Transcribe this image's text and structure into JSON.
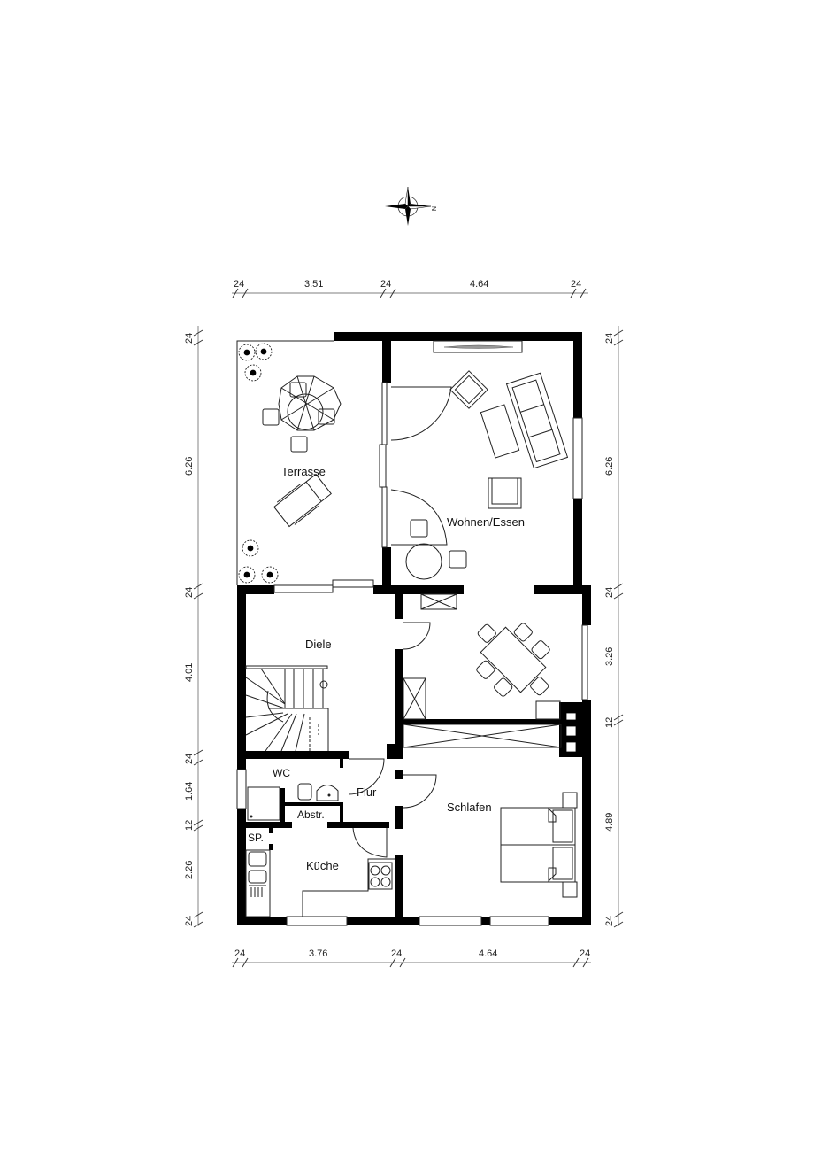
{
  "compass": {
    "icon": "compass-rose-icon",
    "north_label": "N"
  },
  "dimensions": {
    "top": [
      "24",
      "3.51",
      "24",
      "4.64",
      "24"
    ],
    "bottom": [
      "24",
      "3.76",
      "24",
      "4.64",
      "24"
    ],
    "left": [
      "24",
      "6.26",
      "24",
      "4.01",
      "24",
      "1.64",
      "12",
      "2.26",
      "24"
    ],
    "right": [
      "24",
      "6.26",
      "24",
      "3.26",
      "12",
      "4.89",
      "24"
    ]
  },
  "rooms": {
    "terrasse": "Terrasse",
    "wohnen": "Wohnen/Essen",
    "diele": "Diele",
    "wc": "WC",
    "flur": "Flur",
    "abstr": "Abstr.",
    "sp": "SP.",
    "kueche": "Küche",
    "schlafen": "Schlafen"
  },
  "colors": {
    "wall": "#000000",
    "line": "#222222",
    "dimension": "#999999",
    "background": "#ffffff"
  }
}
